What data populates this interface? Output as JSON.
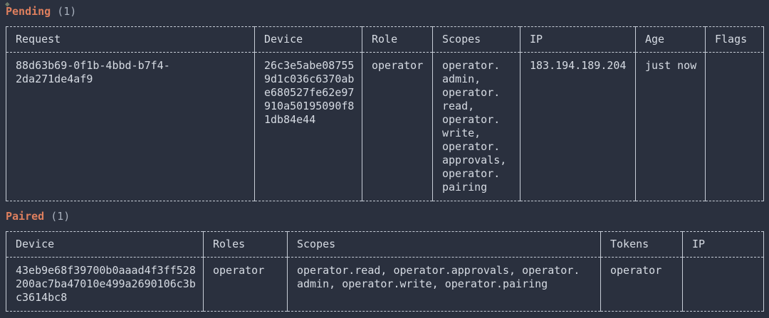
{
  "page": {
    "background": "#2a303e",
    "text_color": "#d6dbe3",
    "border_color": "#c7cdd7",
    "accent_color": "#de7f5e",
    "muted_color": "#a7afbc",
    "top_glyph": "◆"
  },
  "pending": {
    "title": "Pending",
    "count": "(1)",
    "columns": [
      "Request",
      "Device",
      "Role",
      "Scopes",
      "IP",
      "Age",
      "Flags"
    ],
    "row": {
      "request": "88d63b69-0f1b-4bbd-b7f4-2da271de4af9",
      "device": "26c3e5abe08755\n9d1c036c6370ab\ne680527fe62e97\n910a50195090f8\n1db84e44",
      "role": "operator",
      "scopes": "operator.\nadmin,\noperator.\nread,\noperator.\nwrite,\noperator.\napprovals,\noperator.\npairing",
      "ip": "183.194.189.204",
      "age": "just now",
      "flags": ""
    }
  },
  "paired": {
    "title": "Paired",
    "count": "(1)",
    "columns": [
      "Device",
      "Roles",
      "Scopes",
      "Tokens",
      "IP"
    ],
    "row": {
      "device": "43eb9e68f39700b0aaad4f3ff528\n200ac7ba47010e499a2690106c3b\nc3614bc8",
      "roles": "operator",
      "scopes": "operator.read, operator.approvals, operator.\nadmin, operator.write, operator.pairing",
      "tokens": "operator",
      "ip": ""
    }
  }
}
